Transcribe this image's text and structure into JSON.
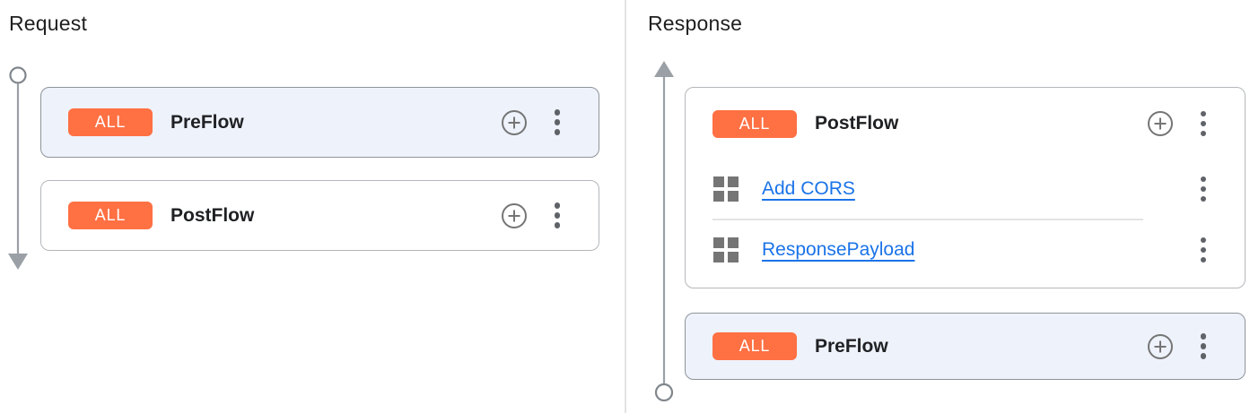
{
  "request_panel": {
    "title": "Request",
    "flow_direction": "down",
    "cards": [
      {
        "badge": "ALL",
        "name": "PreFlow",
        "highlighted": true
      },
      {
        "badge": "ALL",
        "name": "PostFlow",
        "highlighted": false
      }
    ]
  },
  "response_panel": {
    "title": "Response",
    "flow_direction": "up",
    "cards": [
      {
        "badge": "ALL",
        "name": "PostFlow",
        "highlighted": false,
        "policies": [
          {
            "label": "Add CORS"
          },
          {
            "label": "ResponsePayload"
          }
        ]
      },
      {
        "badge": "ALL",
        "name": "PreFlow",
        "highlighted": true
      }
    ]
  },
  "colors": {
    "badge_bg": "#ff7043",
    "highlight_card_bg": "#eef2fb",
    "link_blue": "#1a73e8",
    "timeline_gray": "#9aa0a6"
  }
}
